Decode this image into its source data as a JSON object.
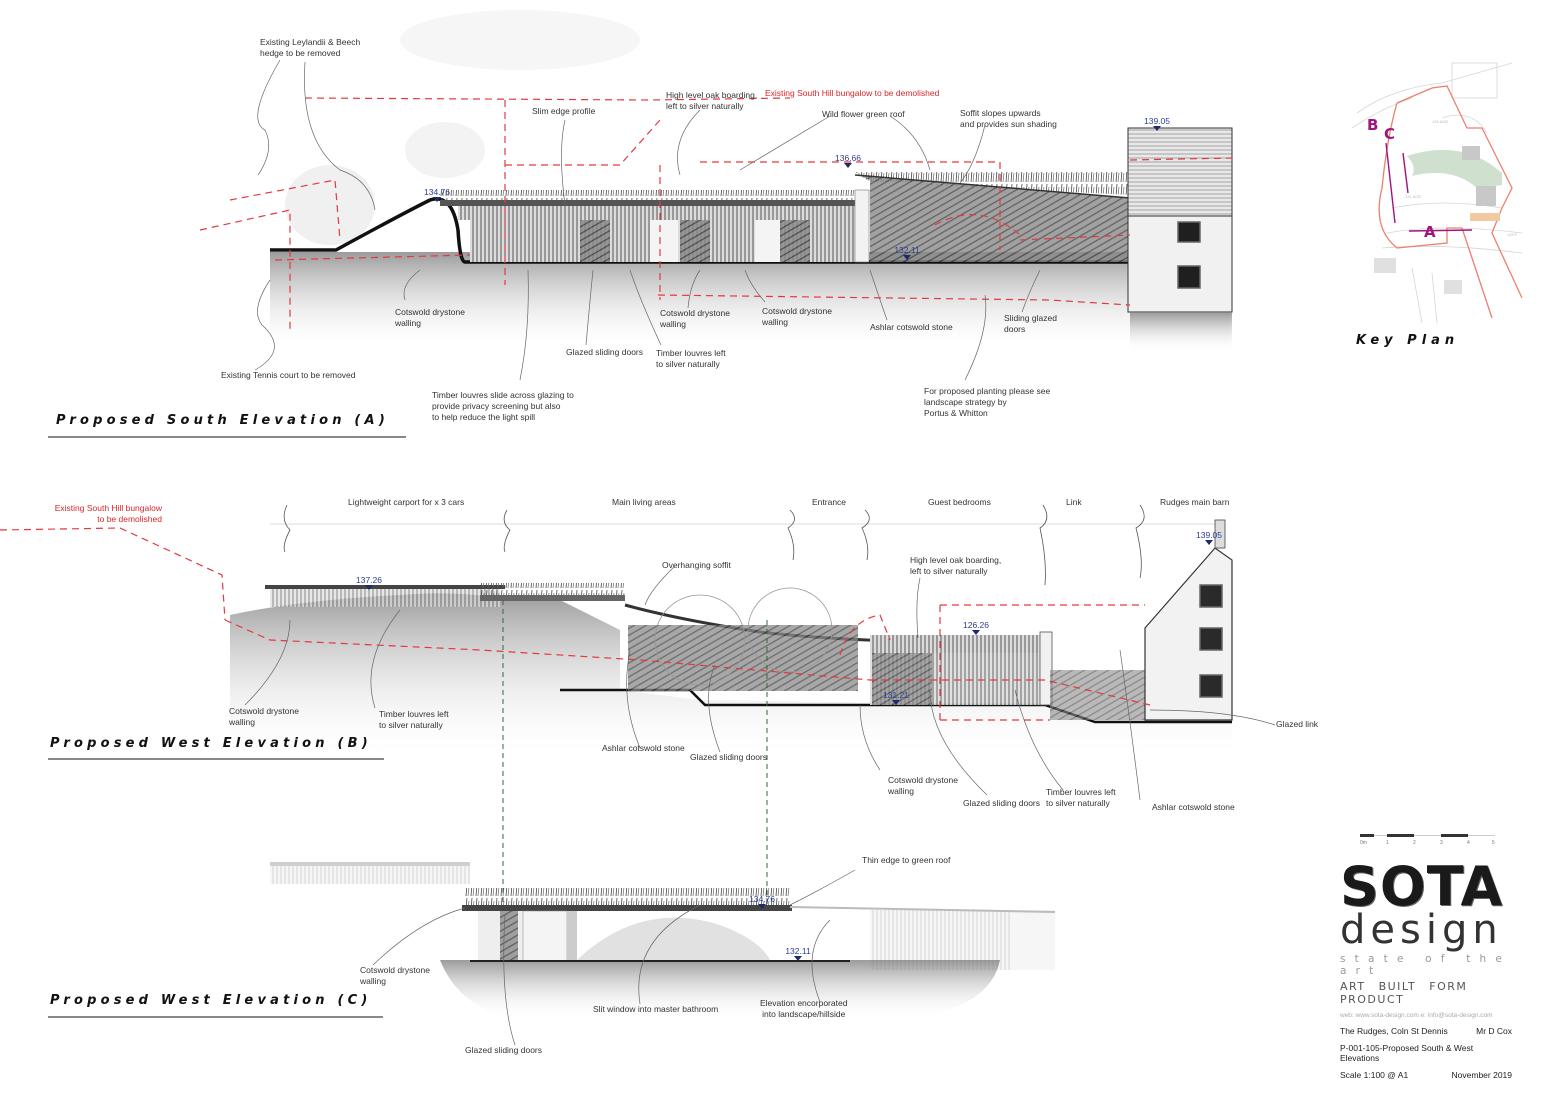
{
  "sheet": {
    "project": "The Rudges, Coln St Dennis",
    "client": "Mr D Cox",
    "drawing": "P-001-105-Proposed South & West Elevations",
    "scale": "Scale 1:100 @ A1",
    "date": "November 2019"
  },
  "brand": {
    "name_top": "SOTA",
    "name_bottom": "design",
    "tagline": "state of the art",
    "services": "ART  BUILT FORM  PRODUCT",
    "web": "web: www.sota-design.com e: info@sota-design.com",
    "accent_color": "#a0157c",
    "demolition_color": "#d9262b",
    "level_color": "#2a3f8f"
  },
  "scale_bar": {
    "ticks": [
      "0m",
      "1",
      "2",
      "3",
      "4",
      "5"
    ]
  },
  "key_plan": {
    "title": "Key Plan",
    "labels": [
      "A",
      "B",
      "C"
    ],
    "contours": [
      "136 AOD",
      "131 AOD",
      "129 F"
    ]
  },
  "elevation_a": {
    "title": "Proposed South Elevation (A)",
    "levels": [
      "134.76",
      "136.66",
      "139.05",
      "132.11"
    ],
    "demolition_note": "Existing South Hill bungalow to be demolished",
    "annotations": [
      "Existing Leylandii & Beech\nhedge to be removed",
      "Slim edge profile",
      "High level oak boarding,\nleft to silver naturally",
      "Wild flower green roof",
      "Soffit slopes upwards\nand provides sun shading",
      "Cotswold drystone\nwalling",
      "Existing Tennis court to be removed",
      "Glazed sliding doors",
      "Cotswold drystone\nwalling",
      "Timber louvres left\nto silver naturally",
      "Cotswold drystone\nwalling",
      "Ashlar cotswold stone",
      "Sliding glazed\ndoors",
      "Timber louvres slide across glazing to\nprovide privacy screening but also\nto help reduce the light spill",
      "For proposed planting please see\nlandscape strategy by\nPortus & Whitton"
    ]
  },
  "elevation_b": {
    "title": "Proposed West Elevation (B)",
    "levels": [
      "137.26",
      "139.05",
      "126.26",
      "131.21"
    ],
    "demolition_note": "Existing South Hill bungalow\nto be demolished",
    "zones": [
      "Lightweight carport for x 3 cars",
      "Main living areas",
      "Entrance",
      "Guest bedrooms",
      "Link",
      "Rudges main barn"
    ],
    "annotations": [
      "Overhanging soffit",
      "High level oak boarding,\nleft to silver naturally",
      "Cotswold drystone\nwalling",
      "Timber louvres left\nto silver naturally",
      "Ashlar cotswold stone",
      "Glazed sliding doors",
      "Cotswold drystone\nwalling",
      "Glazed sliding doors",
      "Timber louvres left\nto silver naturally",
      "Ashlar cotswold stone",
      "Glazed link"
    ]
  },
  "elevation_c": {
    "title": "Proposed West Elevation (C)",
    "levels": [
      "134.76",
      "132.11"
    ],
    "annotations": [
      "Thin edge to green roof",
      "Cotswold drystone\nwalling",
      "Slit window into master bathroom",
      "Elevation encorporated\ninto landscape/hillside",
      "Glazed sliding doors"
    ]
  }
}
